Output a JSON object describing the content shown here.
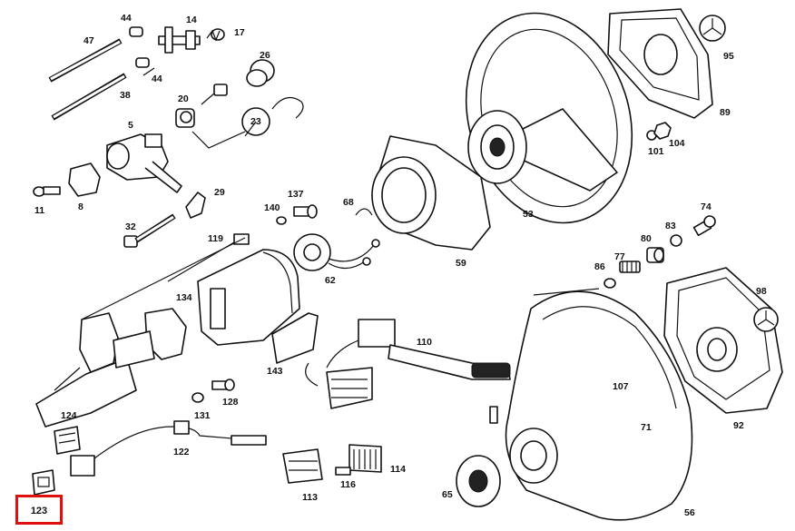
{
  "diagram": {
    "highlight": {
      "label": "123",
      "color": "#e01010"
    },
    "callouts": {
      "p44a": "44",
      "p14": "14",
      "p47": "47",
      "p17": "17",
      "p26": "26",
      "p44b": "44",
      "p38": "38",
      "p20": "20",
      "p23": "23",
      "p5": "5",
      "p11": "11",
      "p8": "8",
      "p29": "29",
      "p32": "32",
      "p140": "140",
      "p137": "137",
      "p68": "68",
      "p119": "119",
      "p62": "62",
      "p59": "59",
      "p134": "134",
      "p53": "53",
      "p95": "95",
      "p89": "89",
      "p101": "101",
      "p104": "104",
      "p74": "74",
      "p83": "83",
      "p80": "80",
      "p77": "77",
      "p86": "86",
      "p98": "98",
      "p110": "110",
      "p143": "143",
      "p128": "128",
      "p131": "131",
      "p124": "124",
      "p122": "122",
      "p107": "107",
      "p71": "71",
      "p92": "92",
      "p114": "114",
      "p116": "116",
      "p113": "113",
      "p65": "65",
      "p56": "56"
    }
  }
}
